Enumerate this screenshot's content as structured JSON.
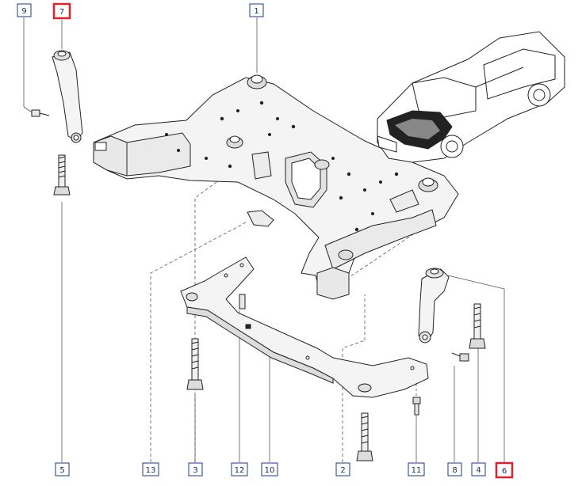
{
  "callouts": [
    {
      "id": "1",
      "highlight": false
    },
    {
      "id": "2",
      "highlight": false
    },
    {
      "id": "3",
      "highlight": false
    },
    {
      "id": "4",
      "highlight": false
    },
    {
      "id": "5",
      "highlight": false
    },
    {
      "id": "6",
      "highlight": true
    },
    {
      "id": "7",
      "highlight": true
    },
    {
      "id": "8",
      "highlight": false
    },
    {
      "id": "9",
      "highlight": false
    },
    {
      "id": "10",
      "highlight": false
    },
    {
      "id": "11",
      "highlight": false
    },
    {
      "id": "12",
      "highlight": false
    },
    {
      "id": "13",
      "highlight": false
    }
  ],
  "colors": {
    "callout_border": "#1a3a8a",
    "callout_highlight": "#e0202a",
    "line": "#222222",
    "part_fill": "#f4f4f4",
    "car_highlight": "#222222"
  }
}
